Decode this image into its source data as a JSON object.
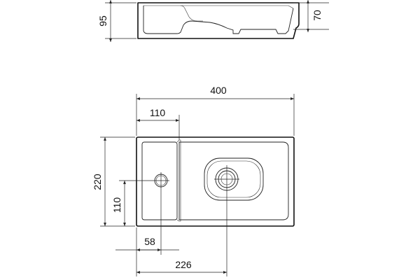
{
  "side_view": {
    "height_label": "95",
    "inner_height_label": "70"
  },
  "top_view": {
    "width_label": "400",
    "left_bowl_width_label": "110",
    "depth_label": "220",
    "drain_offset_y_label": "110",
    "tap_hole_offset_label": "58",
    "drain_offset_x_label": "226"
  }
}
